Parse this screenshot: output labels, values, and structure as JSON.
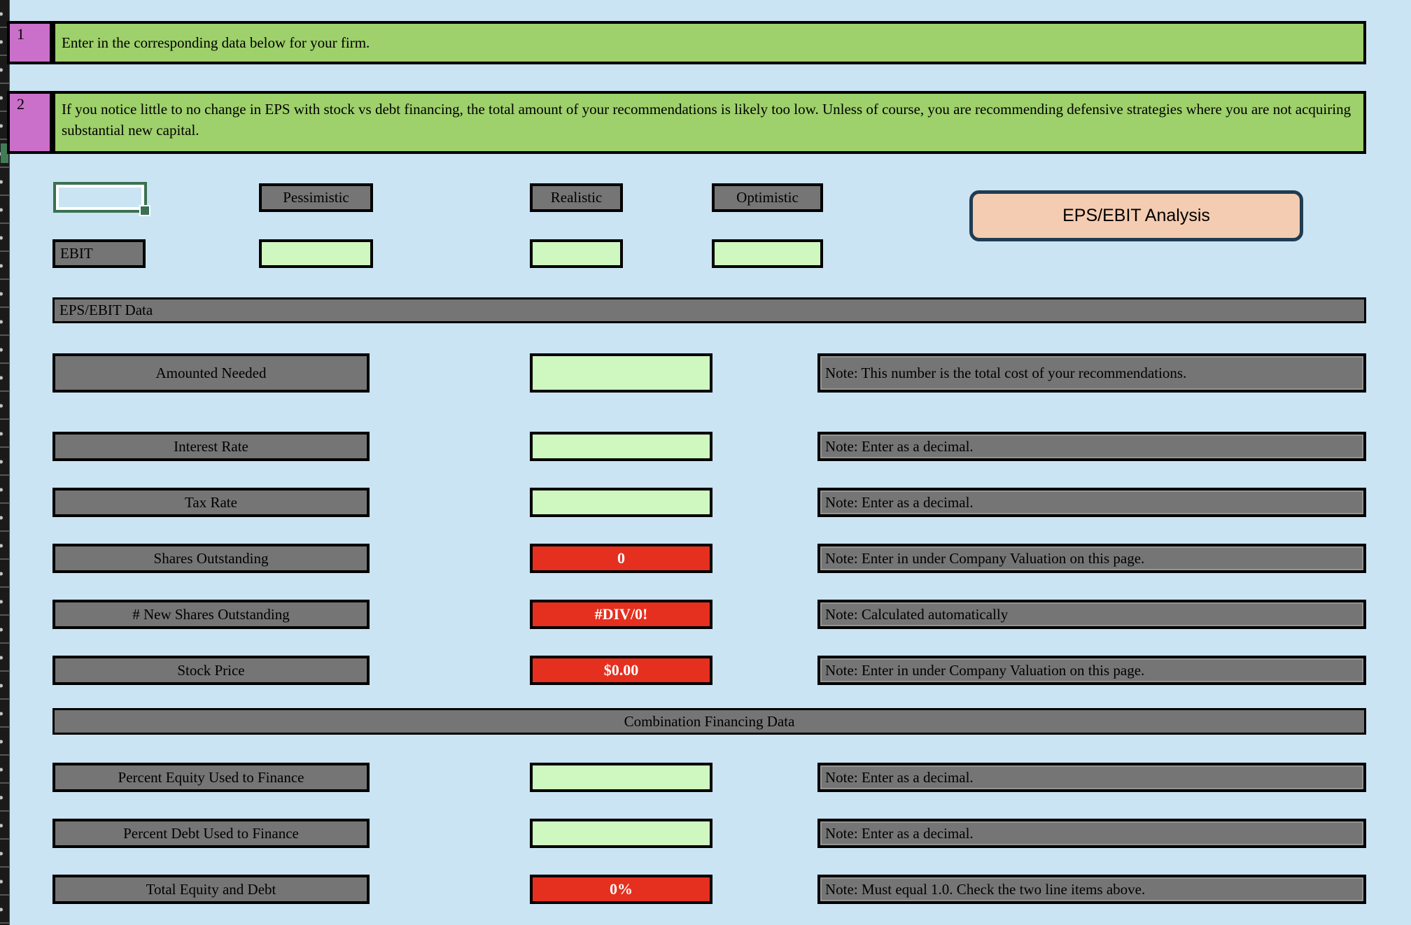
{
  "colors": {
    "page_background": "#cae4f3",
    "banner_green": "#9ed06b",
    "badge_purple": "#ca70ca",
    "box_gray": "#757575",
    "input_green": "#cff7c0",
    "error_red": "#e5301f",
    "button_peach": "#f4ccb1",
    "button_border_navy": "#1f3c52",
    "selection_green": "#3a7152"
  },
  "instructions": [
    {
      "num": "1",
      "text": "Enter in the corresponding data below for your firm."
    },
    {
      "num": "2",
      "text": "If you notice little to no change in EPS with stock vs debt financing, the total amount of your recommendations is likely too low. Unless of course, you are recommending defensive strategies where you are not acquiring substantial new capital."
    }
  ],
  "scenario_headers": [
    "Pessimistic",
    "Realistic",
    "Optimistic"
  ],
  "ebit_label": "EBIT",
  "analysis_button_label": "EPS/EBIT Analysis",
  "sections": {
    "eps_ebit_data": "EPS/EBIT Data",
    "combination_financing": "Combination Financing Data"
  },
  "rows": [
    {
      "label": "Amounted Needed",
      "type": "input",
      "value": "",
      "note": "Note: This number is the total cost of your recommendations."
    },
    {
      "label": "Interest Rate",
      "type": "input",
      "value": "",
      "note": "Note: Enter as a decimal."
    },
    {
      "label": "Tax Rate",
      "type": "input",
      "value": "",
      "note": "Note: Enter as a decimal."
    },
    {
      "label": "Shares Outstanding",
      "type": "error",
      "value": "0",
      "note": "Note: Enter in under Company Valuation on this page."
    },
    {
      "label": "# New Shares Outstanding",
      "type": "error",
      "value": "#DIV/0!",
      "note": "Note: Calculated automatically"
    },
    {
      "label": "Stock Price",
      "type": "error",
      "value": "$0.00",
      "note": "Note: Enter in under Company Valuation on this page."
    },
    {
      "label": "Percent Equity Used to Finance",
      "type": "input",
      "value": "",
      "note": "Note: Enter as a decimal."
    },
    {
      "label": "Percent Debt Used to Finance",
      "type": "input",
      "value": "",
      "note": "Note: Enter as a decimal."
    },
    {
      "label": "Total Equity and Debt",
      "type": "error",
      "value": "0%",
      "note": "Note: Must equal 1.0. Check the two line items above."
    }
  ]
}
